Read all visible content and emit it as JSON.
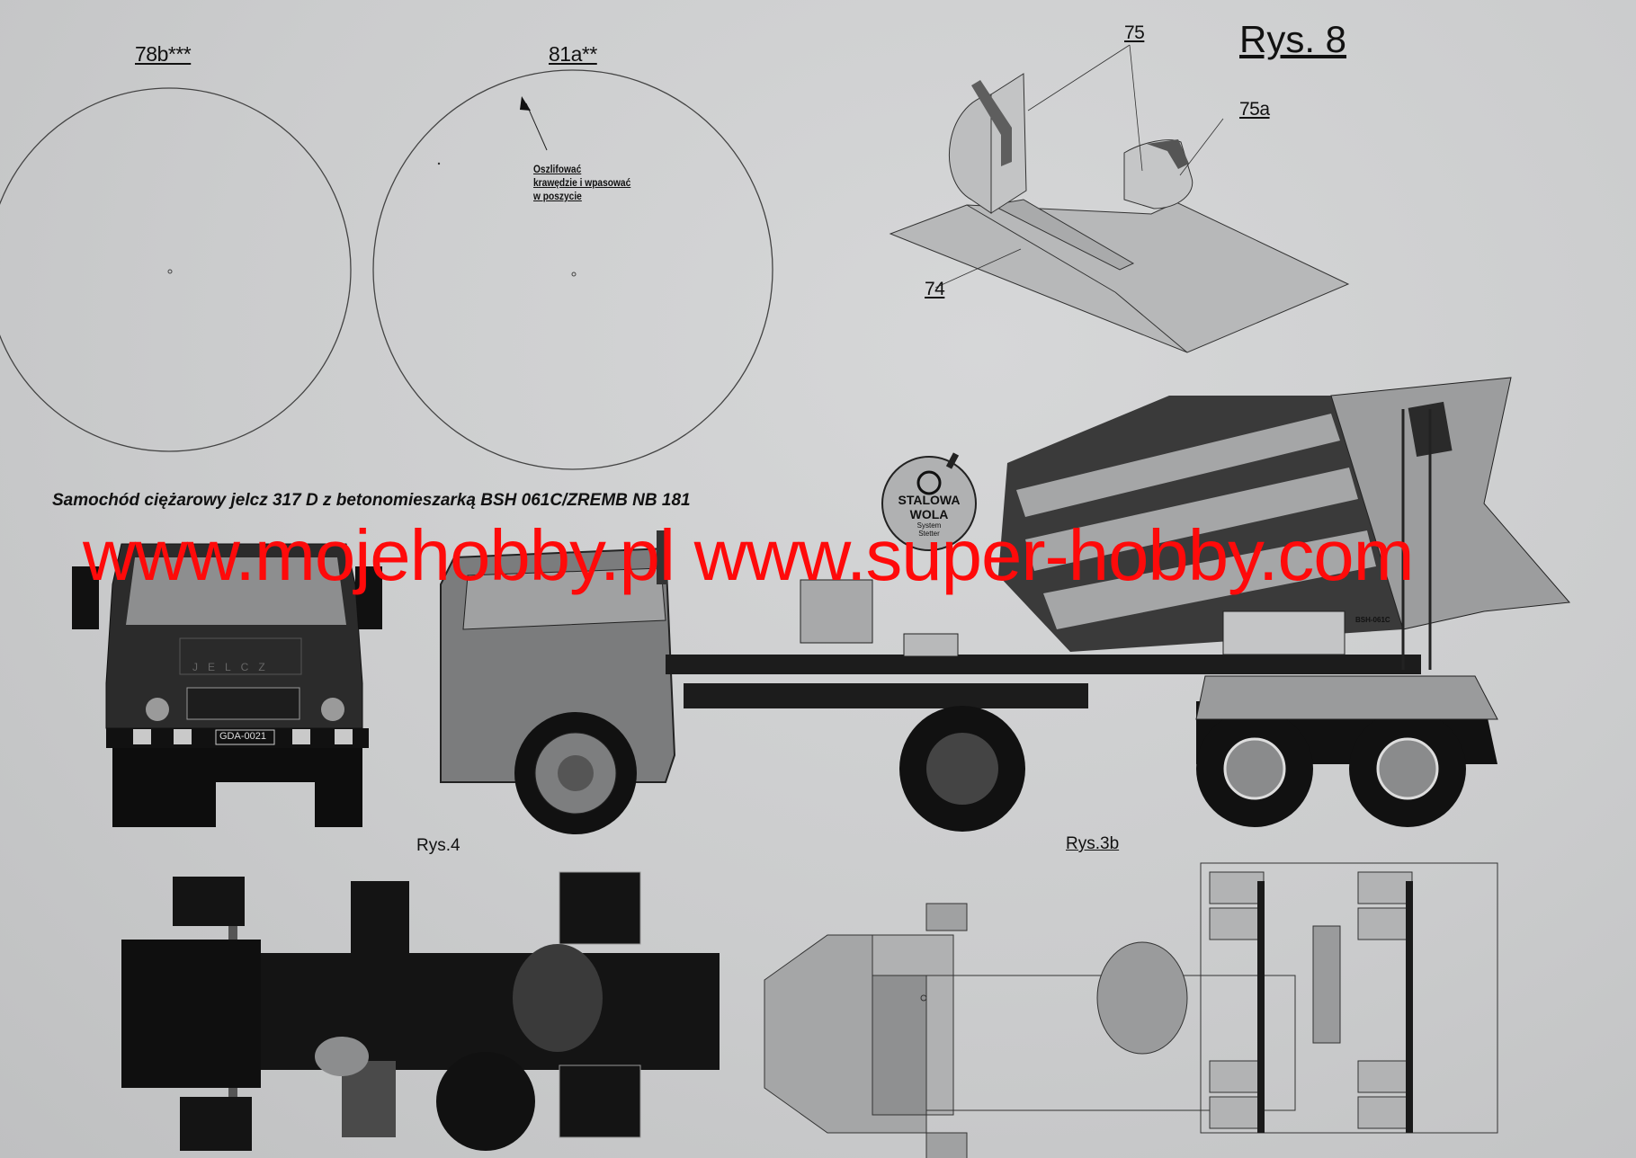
{
  "sheet": {
    "figure_label": "Rys. 8",
    "parts": {
      "p78b": "78b***",
      "p81a": "81a**",
      "p75": "75",
      "p75a": "75a",
      "p74": "74"
    },
    "note_lines": [
      "Oszlifować",
      "krawędzie i wpasować",
      "w poszycie"
    ],
    "caption": "Samochód ciężarowy jelcz 317 D z betonomieszarką BSH  061C/ZREMB NB 181",
    "badge": {
      "line1": "STALOWA",
      "line2": "WOLA",
      "line3": "System",
      "line4": "Stetter"
    },
    "grille_text": "JELCZ",
    "license_plate": "GDA-0021",
    "mixer_label": "BSH-061C",
    "fig_front_side": "",
    "fig_bottom_left": "Rys.4",
    "fig_bottom_right": "Rys.3b"
  },
  "watermark": {
    "text": "www.mojehobby.pl www.super-hobby.com",
    "color": "#ff0a0a"
  },
  "colors": {
    "paper": "#cbcccd",
    "ink": "#111111",
    "dark_gray": "#3a3a3a",
    "mid_gray": "#8a8a8a",
    "light_gray": "#b4b4b4"
  }
}
